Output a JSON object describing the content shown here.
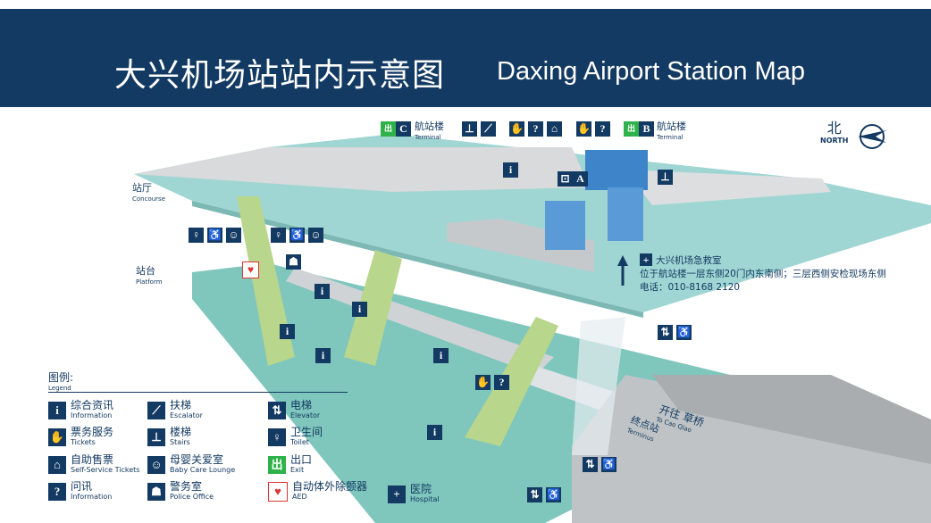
{
  "header": {
    "title_cn": "大兴机场站站内示意图",
    "title_en": "Daxing Airport Station Map"
  },
  "compass": {
    "cn": "北",
    "en": "NORTH"
  },
  "levels": {
    "concourse_cn": "站厅",
    "concourse_en": "Concourse",
    "platform_cn": "站台",
    "platform_en": "Platform"
  },
  "terminals": [
    {
      "letter": "C",
      "cn": "航站楼",
      "en": "Terminal"
    },
    {
      "letter": "B",
      "cn": "航站楼",
      "en": "Terminal"
    }
  ],
  "exit_a": "A",
  "first_aid": {
    "name": "大兴机场急救室",
    "location": "位于航站楼一层东侧20门内东南侧；三层西侧安检现场东侧",
    "phone": "电话：010-8168 2120"
  },
  "direction": {
    "cn": "开往 草桥",
    "en": "To Cao Qiao"
  },
  "terminus": {
    "cn": "终点站",
    "en": "Terminus"
  },
  "legend": {
    "title": "图例:",
    "subtitle": "Legend",
    "items": [
      {
        "icon": "info-icon",
        "glyph": "i",
        "cn": "综合资讯",
        "en": "Information"
      },
      {
        "icon": "ticket-icon",
        "glyph": "✋",
        "cn": "票务服务",
        "en": "Tickets"
      },
      {
        "icon": "self-service-ticket-icon",
        "glyph": "⌂",
        "cn": "自助售票",
        "en": "Self-Service Tickets"
      },
      {
        "icon": "question-icon",
        "glyph": "?",
        "cn": "问讯",
        "en": "Information"
      },
      {
        "icon": "escalator-icon",
        "glyph": "⟋",
        "cn": "扶梯",
        "en": "Escalator"
      },
      {
        "icon": "stairs-icon",
        "glyph": "⊥",
        "cn": "楼梯",
        "en": "Stairs"
      },
      {
        "icon": "baby-care-icon",
        "glyph": "☺",
        "cn": "母婴关爱室",
        "en": "Baby Care Lounge"
      },
      {
        "icon": "police-icon",
        "glyph": "☗",
        "cn": "警务室",
        "en": "Police Office"
      },
      {
        "icon": "elevator-icon",
        "glyph": "⇅",
        "cn": "电梯",
        "en": "Elevator"
      },
      {
        "icon": "toilet-icon",
        "glyph": "♀",
        "cn": "卫生间",
        "en": "Toilet"
      },
      {
        "icon": "exit-icon",
        "glyph": "出",
        "cn": "出口",
        "en": "Exit"
      },
      {
        "icon": "aed-icon",
        "glyph": "♥",
        "cn": "自动体外除颤器",
        "en": "AED"
      },
      {
        "icon": "hospital-icon",
        "glyph": "+",
        "cn": "医院",
        "en": "Hospital"
      }
    ]
  }
}
